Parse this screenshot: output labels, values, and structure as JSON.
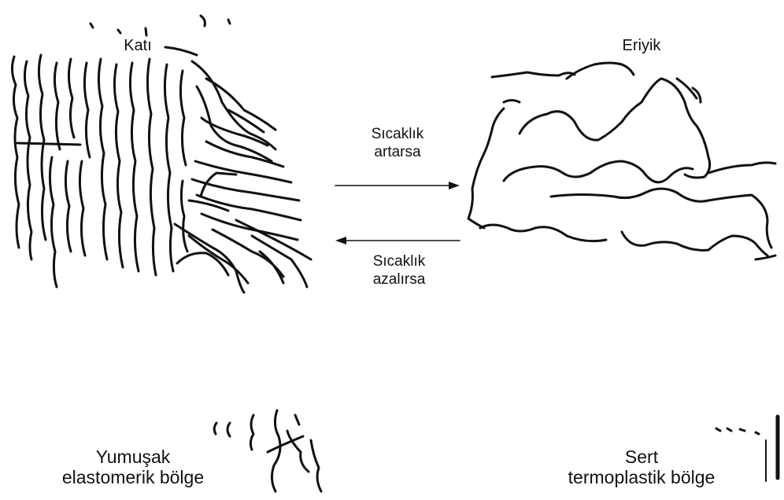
{
  "diagram": {
    "solid": {
      "title": "Katı"
    },
    "melt": {
      "title": "Eriyik"
    },
    "heating": {
      "line1": "Sıcaklık",
      "line2": "artarsa"
    },
    "cooling": {
      "line1": "Sıcaklık",
      "line2": "azalırsa"
    },
    "soft_zone": {
      "line1": "Yumuşak",
      "line2": "elastomerik bölge"
    },
    "hard_zone": {
      "line1": "Sert",
      "line2": "termoplastik bölge"
    },
    "ink_color": "#111111"
  }
}
